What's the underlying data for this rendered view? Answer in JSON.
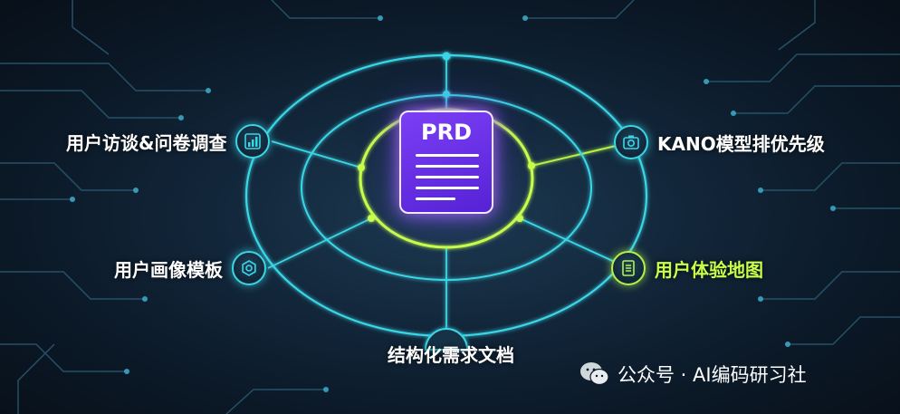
{
  "center": {
    "title": "PRD"
  },
  "nodes": {
    "user_interview": {
      "label": "用户访谈&问卷调查",
      "icon": "chart-report-icon"
    },
    "kano": {
      "label": "KANO模型排优先级",
      "icon": "camera-icon"
    },
    "persona": {
      "label": "用户画像模板",
      "icon": "gear-icon"
    },
    "journey_map": {
      "label": "用户体验地图",
      "icon": "document-icon"
    },
    "structured_doc": {
      "label": "结构化需求文档",
      "icon": ""
    }
  },
  "watermark": {
    "text": "公众号 · AI编码研习社",
    "icon": "wechat-icon"
  },
  "colors": {
    "accent_cyan": "#3ad6e6",
    "accent_green": "#b4f24a",
    "prd_purple": "#6a30ea"
  }
}
